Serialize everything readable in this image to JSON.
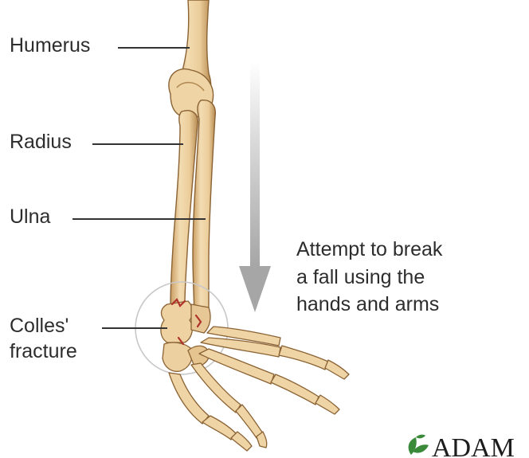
{
  "labels": {
    "humerus": "Humerus",
    "radius": "Radius",
    "ulna": "Ulna",
    "colles_line1": "Colles'",
    "colles_line2": "fracture"
  },
  "note": {
    "line1": "Attempt to break",
    "line2": "a fall using the",
    "line3": "hands and arms"
  },
  "logo": {
    "text": "ADAM"
  },
  "colors": {
    "bone_fill": "#ecd1a3",
    "bone_shadow": "#c99d62",
    "bone_outline": "#8a6233",
    "arrow": "#a9a9a9",
    "fracture_red": "#b0302a",
    "leader_line": "#333333",
    "logo_green": "#3b8a3a"
  }
}
